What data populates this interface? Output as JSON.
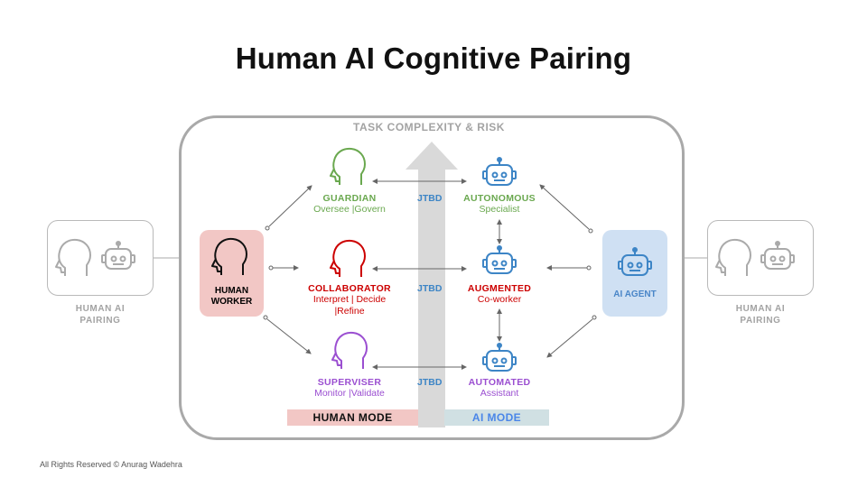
{
  "title": "Human AI Cognitive Pairing",
  "task_complexity_label": "TASK COMPLEXITY & RISK",
  "left_pairing": {
    "label_line1": "HUMAN AI",
    "label_line2": "PAIRING"
  },
  "right_pairing": {
    "label_line1": "HUMAN AI",
    "label_line2": "PAIRING"
  },
  "human_worker": {
    "line1": "HUMAN",
    "line2": "WORKER"
  },
  "ai_agent": {
    "label": "AI AGENT"
  },
  "human_roles": [
    {
      "name": "GUARDIAN",
      "desc_line1": "Oversee |Govern",
      "desc_line2": "",
      "color": "#6aa84f"
    },
    {
      "name": "COLLABORATOR",
      "desc_line1": "Interpret | Decide",
      "desc_line2": "|Refine",
      "color": "#cc0000"
    },
    {
      "name": "SUPERVISER",
      "desc_line1": "Monitor |Validate",
      "desc_line2": "",
      "color": "#9b4fd1"
    }
  ],
  "ai_roles": [
    {
      "name": "AUTONOMOUS",
      "desc": "Specialist",
      "color": "#6aa84f"
    },
    {
      "name": "AUGMENTED",
      "desc": "Co-worker",
      "color": "#cc0000"
    },
    {
      "name": "AUTOMATED",
      "desc": "Assistant",
      "color": "#9b4fd1"
    }
  ],
  "jtbd": [
    "JTBD",
    "JTBD",
    "JTBD"
  ],
  "modes": {
    "human": "HUMAN MODE",
    "ai": "AI MODE"
  },
  "footer": "All Rights Reserved ©  Anurag Wadehra",
  "colors": {
    "frame": "#a9a9a9",
    "human_worker_bg": "#f2c7c5",
    "ai_agent_bg": "#cfe0f3",
    "robot_blue": "#3d85c6",
    "arrow_gray": "#d9d9d9"
  }
}
